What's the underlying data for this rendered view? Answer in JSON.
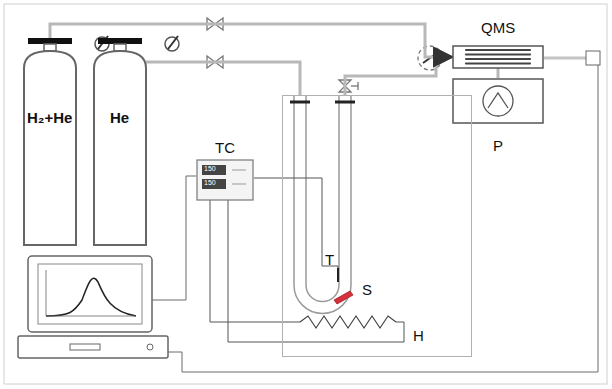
{
  "diagram": {
    "nodes": [
      {
        "text": [
          "H₂+He"
        ]
      },
      {
        "text": [
          "He"
        ]
      },
      {
        "text": [
          "QMS"
        ]
      },
      {
        "text": [
          "P"
        ]
      },
      {
        "text": [
          "TC"
        ]
      },
      {
        "text": [
          "H"
        ]
      }
    ],
    "edges": [
      {
        "from": 0,
        "to": 2,
        "arrow": "to"
      },
      {
        "from": 1,
        "to": 5,
        "arrow": "none"
      },
      {
        "from": 5,
        "to": 2,
        "arrow": "to"
      },
      {
        "from": 2,
        "to": 3,
        "arrow": "none"
      },
      {
        "from": 4,
        "to": 5,
        "arrow": "none"
      }
    ],
    "labels": [
      "T",
      "S",
      "150",
      "150"
    ]
  }
}
